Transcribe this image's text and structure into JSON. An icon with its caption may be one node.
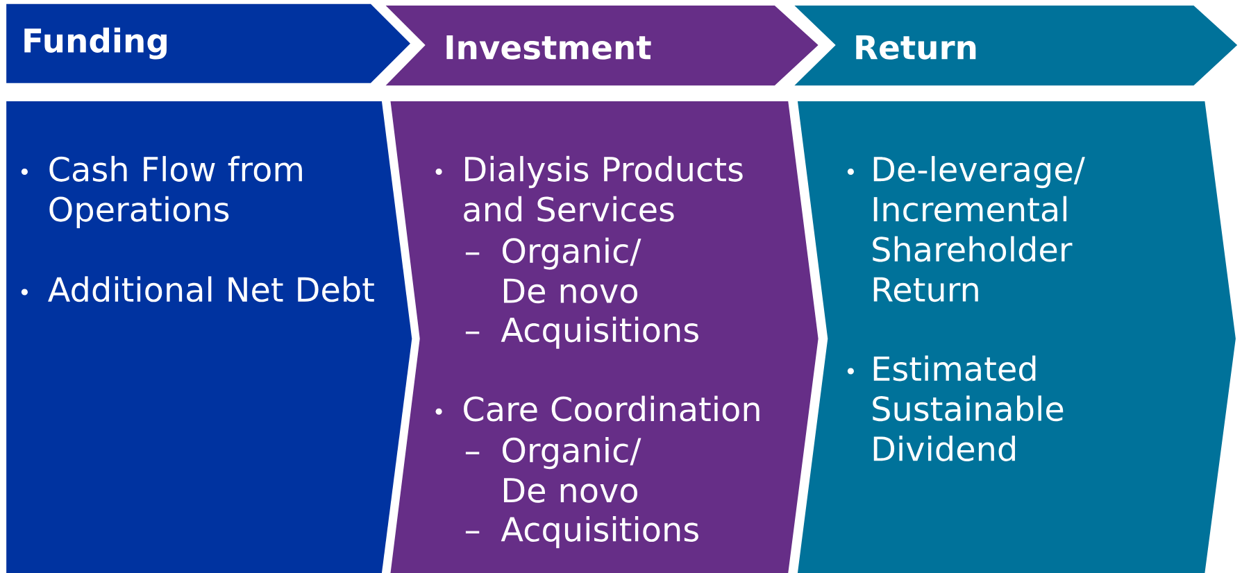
{
  "diagram": {
    "nodes": [
      {
        "text": [
          "Funding"
        ]
      },
      {
        "text": [
          "Investment"
        ]
      },
      {
        "text": [
          "Return"
        ]
      },
      {
        "text": [
          "Cash Flow from Operations",
          "Additional Net Debt"
        ]
      },
      {
        "text": [
          "Dialysis Products and Services",
          "Organic/ De novo",
          "Acquisitions",
          "Care Coordination",
          "Organic/ De novo",
          "Acquisitions"
        ]
      },
      {
        "text": [
          "De-leverage/ Incremental Shareholder Return",
          "Estimated Sustainable Dividend"
        ]
      }
    ],
    "edges": []
  }
}
